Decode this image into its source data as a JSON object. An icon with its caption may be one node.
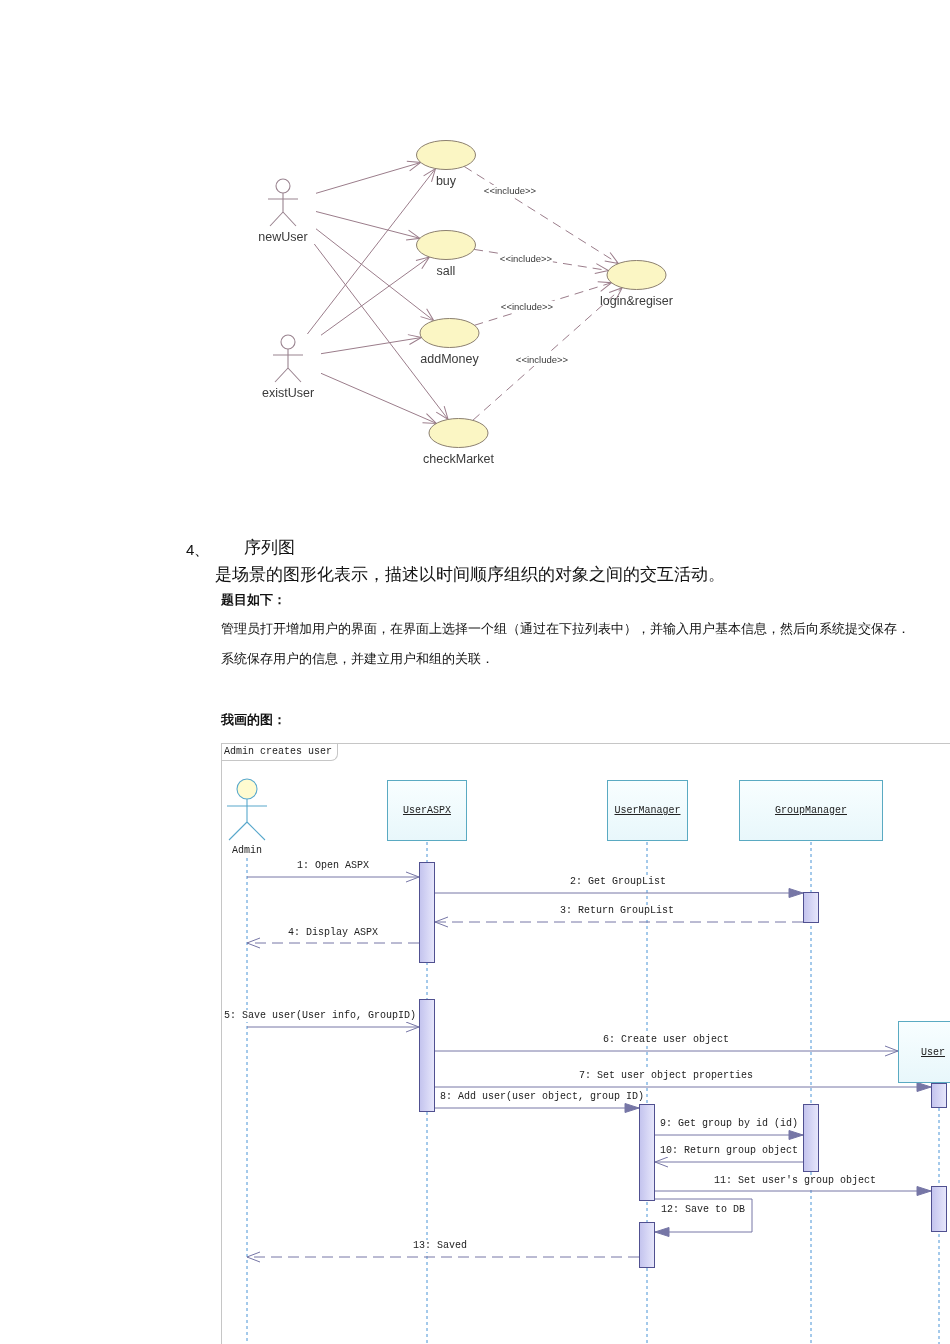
{
  "diagram": {
    "nodes": [
      {
        "text": [
          "newUser"
        ]
      },
      {
        "text": [
          "existUser"
        ]
      },
      {
        "text": [
          "buy"
        ]
      },
      {
        "text": [
          "sall"
        ]
      },
      {
        "text": [
          "addMoney"
        ]
      },
      {
        "text": [
          "checkMarket"
        ]
      },
      {
        "text": [
          "login&regiser"
        ]
      },
      {
        "text": [
          "Admin creates user"
        ]
      },
      {
        "text": [
          "Admin"
        ],
        "in": 7
      },
      {
        "text": [
          "UserASPX"
        ],
        "in": 7
      },
      {
        "text": [
          "UserManager"
        ],
        "in": 7
      },
      {
        "text": [
          "GroupManager"
        ],
        "in": 7
      },
      {
        "text": [
          "User"
        ],
        "in": 7
      },
      {
        "text": [],
        "shape": "bar",
        "in": 7
      },
      {
        "text": [],
        "shape": "bar",
        "in": 7
      },
      {
        "text": [],
        "shape": "bar",
        "in": 7
      },
      {
        "text": [],
        "shape": "bar",
        "in": 7
      },
      {
        "text": [],
        "shape": "bar",
        "in": 7
      },
      {
        "text": [],
        "shape": "bar",
        "in": 7
      },
      {
        "text": [],
        "shape": "bar",
        "in": 7
      },
      {
        "text": [],
        "shape": "bar",
        "in": 7
      }
    ],
    "edges": [
      {
        "from": 0,
        "to": 2,
        "arrow": "to",
        "color": "#9b7d8b"
      },
      {
        "from": 0,
        "to": 3,
        "arrow": "to",
        "color": "#9b7d8b"
      },
      {
        "from": 0,
        "to": 4,
        "arrow": "to",
        "color": "#9b7d8b"
      },
      {
        "from": 0,
        "to": 5,
        "arrow": "to",
        "color": "#9b7d8b"
      },
      {
        "from": 1,
        "to": 2,
        "arrow": "to",
        "color": "#9b7d8b"
      },
      {
        "from": 1,
        "to": 3,
        "arrow": "to",
        "color": "#9b7d8b"
      },
      {
        "from": 1,
        "to": 4,
        "arrow": "to",
        "color": "#9b7d8b"
      },
      {
        "from": 1,
        "to": 5,
        "arrow": "to",
        "color": "#9b7d8b"
      },
      {
        "from": 2,
        "to": 6,
        "arrow": "to",
        "label": "<<include>>",
        "style": "dashed",
        "color": "#9b7d8b"
      },
      {
        "from": 3,
        "to": 6,
        "arrow": "to",
        "label": "<<include>>",
        "style": "dashed",
        "color": "#9b7d8b"
      },
      {
        "from": 4,
        "to": 6,
        "arrow": "to",
        "label": "<<include>>",
        "style": "dashed",
        "color": "#9b7d8b"
      },
      {
        "from": 5,
        "to": 6,
        "arrow": "to",
        "label": "<<include>>",
        "style": "dashed",
        "color": "#9b7d8b"
      },
      {
        "from": null,
        "to": 13,
        "arrow": "to",
        "label": "1: Open ASPX"
      },
      {
        "from": 13,
        "to": 14,
        "arrow": "to",
        "label": "2: Get GroupList"
      },
      {
        "from": 14,
        "to": 13,
        "arrow": "to",
        "label": "3: Return GroupList",
        "style": "dashed"
      },
      {
        "from": 13,
        "to": null,
        "arrow": "to",
        "label": "4: Display ASPX",
        "style": "dashed"
      },
      {
        "from": null,
        "to": 15,
        "arrow": "to",
        "label": "5: Save user(User info, GroupID)"
      },
      {
        "from": 15,
        "to": 12,
        "arrow": "to",
        "label": "6: Create user object"
      },
      {
        "from": 15,
        "to": 16,
        "arrow": "to",
        "label": "7: Set user object properties"
      },
      {
        "from": 15,
        "to": 18,
        "arrow": "to",
        "label": "8: Add user(user object, group ID)"
      },
      {
        "from": 18,
        "to": 17,
        "arrow": "to",
        "label": "9: Get group by id (id)"
      },
      {
        "from": 17,
        "to": 18,
        "arrow": "to",
        "label": "10: Return group object"
      },
      {
        "from": 18,
        "to": 19,
        "arrow": "to",
        "label": "11: Set user's group object"
      },
      {
        "from": 18,
        "to": 20,
        "arrow": "to",
        "label": "12: Save to DB"
      },
      {
        "from": 20,
        "to": null,
        "arrow": "to",
        "label": "13: Saved",
        "style": "dashed"
      }
    ],
    "labels": [
      "4、",
      "序列图",
      "是场景的图形化表示，描述以时间顺序组织的对象之间的交互活动。",
      "题目如下：",
      "管理员打开增加用户的界面，在界面上选择一个组（通过在下拉列表中），并输入用户基本信息，然后向系统提交保存．",
      "系统保存用户的信息，并建立用户和组的关联．",
      "我画的图："
    ]
  }
}
